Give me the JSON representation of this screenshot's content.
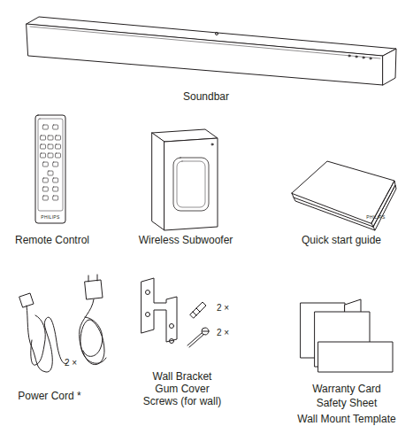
{
  "diagram": {
    "labels": [
      "Soundbar",
      "PHILIPS",
      "Remote Control",
      "Wireless Subwoofer",
      "PHILIPS",
      "Quick start guide",
      "2 ×",
      "Power Cord *",
      "2 ×",
      "2 ×",
      "Wall Bracket",
      "Gum Cover",
      "Screws (for wall)",
      "Warranty Card",
      "Safety Sheet",
      "Wall Mount Template"
    ]
  }
}
